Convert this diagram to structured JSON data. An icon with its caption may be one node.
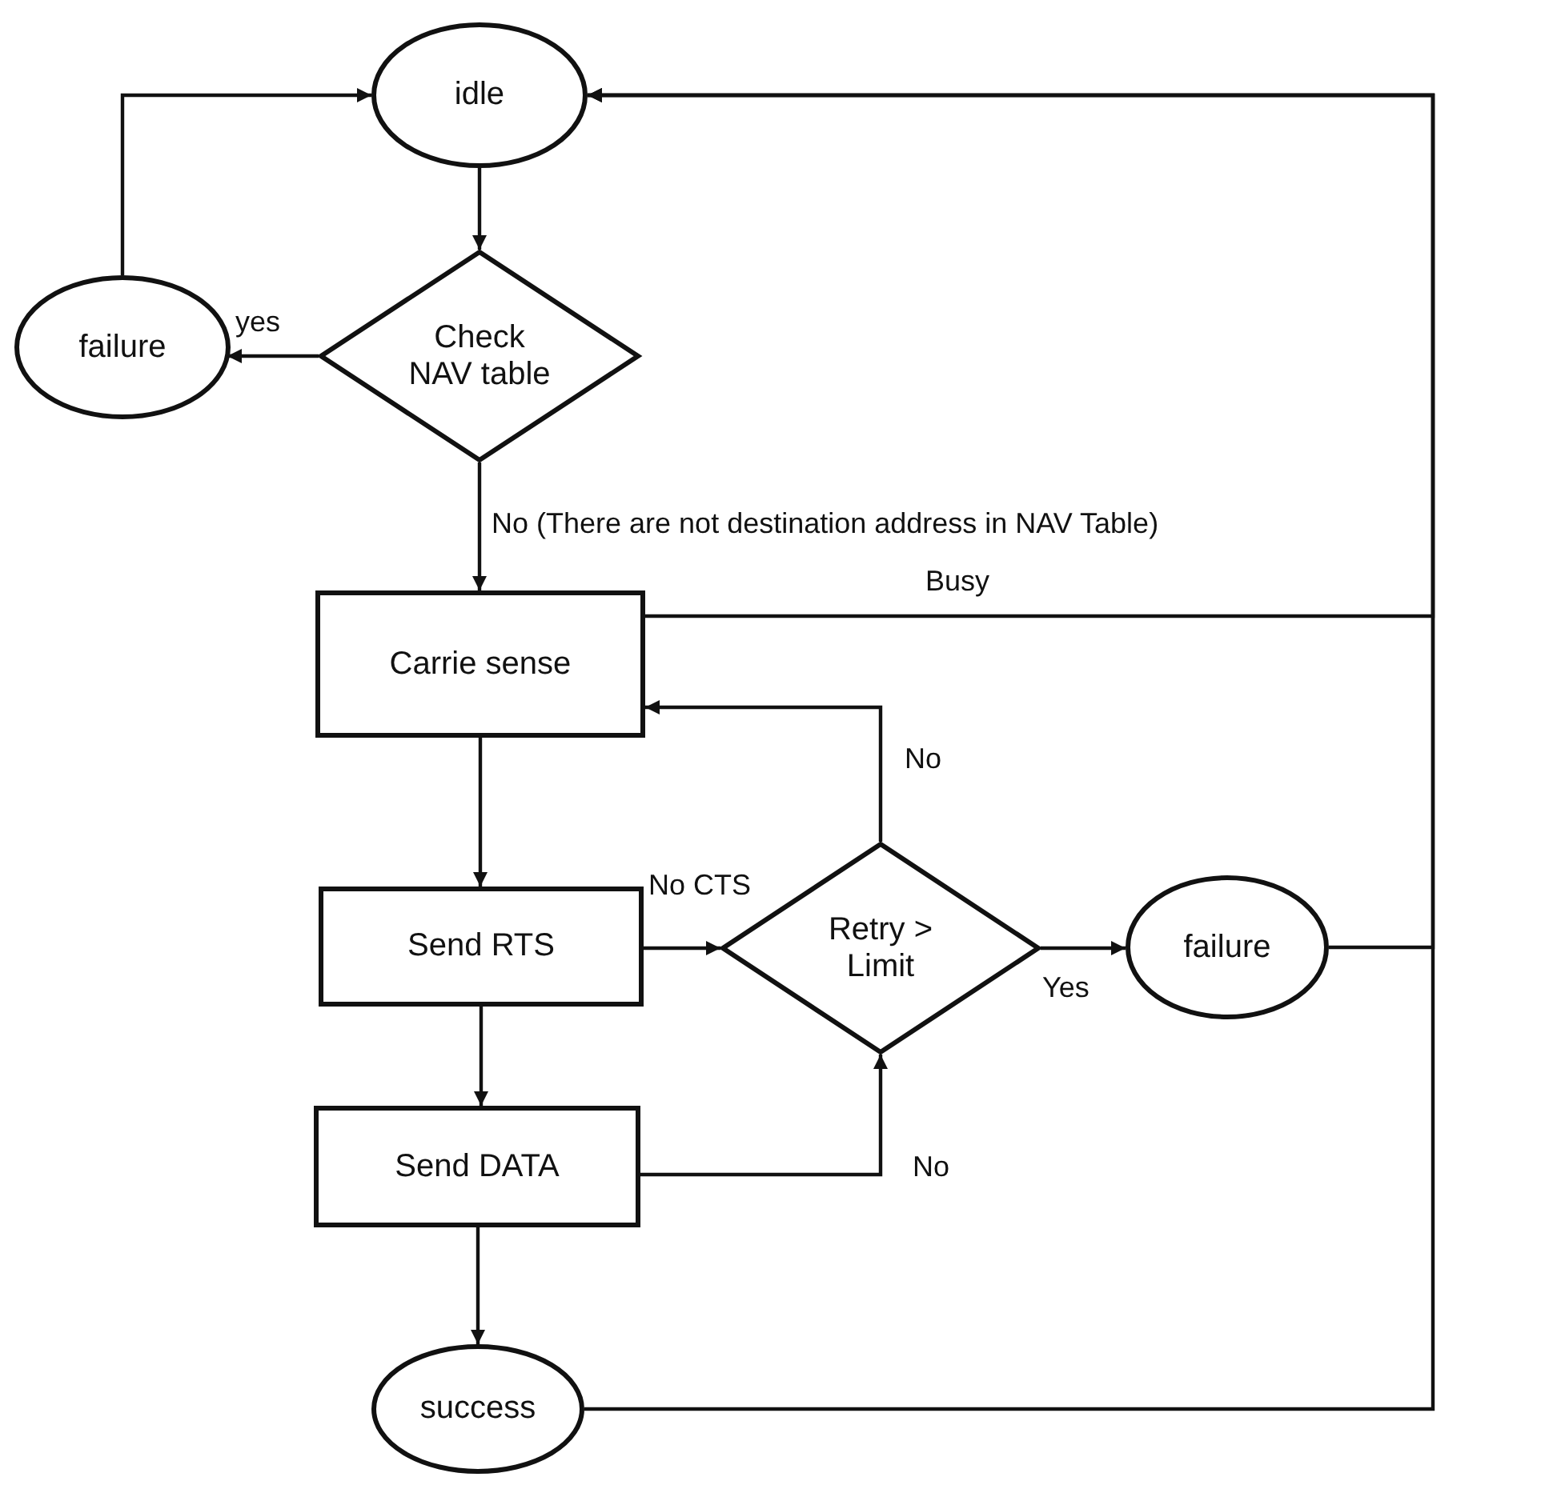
{
  "diagram": {
    "nodes": [
      {
        "text": [
          "idle"
        ]
      },
      {
        "text": [
          "failure"
        ]
      },
      {
        "text": [
          "Check NAV table"
        ]
      },
      {
        "text": [
          "Carrie sense"
        ]
      },
      {
        "text": [
          "Send RTS"
        ]
      },
      {
        "text": [
          "Retry > Limit"
        ]
      },
      {
        "text": [
          "failure"
        ]
      },
      {
        "text": [
          "Send DATA"
        ]
      },
      {
        "text": [
          "success"
        ]
      }
    ],
    "edges": [
      {
        "from": 1,
        "to": 0,
        "arrow": "to"
      },
      {
        "from": 0,
        "to": 2,
        "arrow": "to"
      },
      {
        "from": 2,
        "to": 1,
        "arrow": "to",
        "label": "yes"
      },
      {
        "from": 2,
        "to": 3,
        "arrow": "to",
        "label": "No (There are not destination address in NAV Table)"
      },
      {
        "from": 3,
        "to": 0,
        "arrow": "to",
        "label": "Busy"
      },
      {
        "from": 3,
        "to": 4,
        "arrow": "to"
      },
      {
        "from": 4,
        "to": 5,
        "arrow": "to",
        "label": "No CTS"
      },
      {
        "from": 5,
        "to": 3,
        "arrow": "to",
        "label": "No"
      },
      {
        "from": 5,
        "to": 6,
        "arrow": "to",
        "label": "Yes"
      },
      {
        "from": 4,
        "to": 7,
        "arrow": "to"
      },
      {
        "from": 7,
        "to": 5,
        "arrow": "to",
        "label": "No"
      },
      {
        "from": 7,
        "to": 8,
        "arrow": "to"
      },
      {
        "from": 6,
        "to": 0,
        "arrow": "to"
      },
      {
        "from": 8,
        "to": 0,
        "arrow": "to"
      }
    ]
  }
}
